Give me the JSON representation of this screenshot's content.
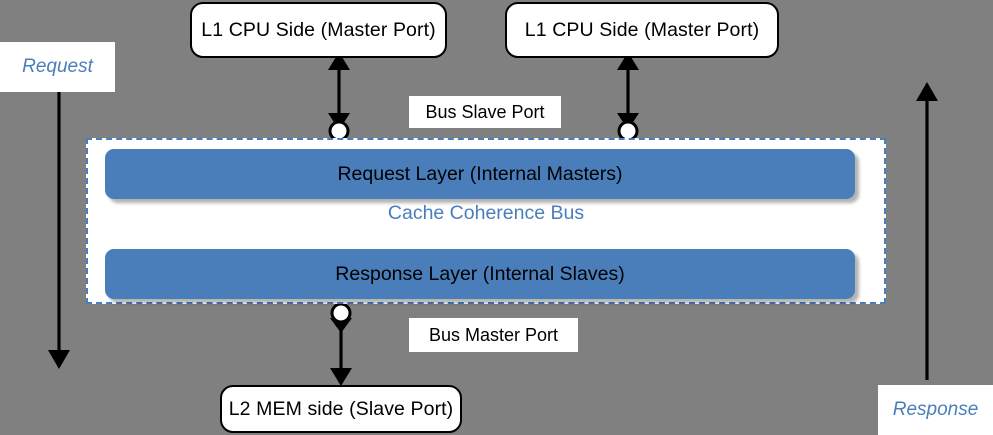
{
  "diagram": {
    "title": "Cache Coherence Bus",
    "background_color": "#808080",
    "accent_color": "#4a7ebb"
  },
  "nodes": {
    "cpu_left": {
      "label": "L1 CPU Side (Master Port)"
    },
    "cpu_right": {
      "label": "L1 CPU Side (Master Port)"
    },
    "mem": {
      "label": "L2 MEM side (Slave Port)"
    }
  },
  "bus": {
    "title": "Cache Coherence Bus",
    "layers": [
      {
        "label": "Request Layer (Internal Masters)"
      },
      {
        "label": "Response Layer (Internal Slaves)"
      }
    ]
  },
  "captions": {
    "bus_slave_port": "Bus Slave Port",
    "bus_master_port": "Bus Master Port",
    "request": "Request",
    "response": "Response"
  }
}
